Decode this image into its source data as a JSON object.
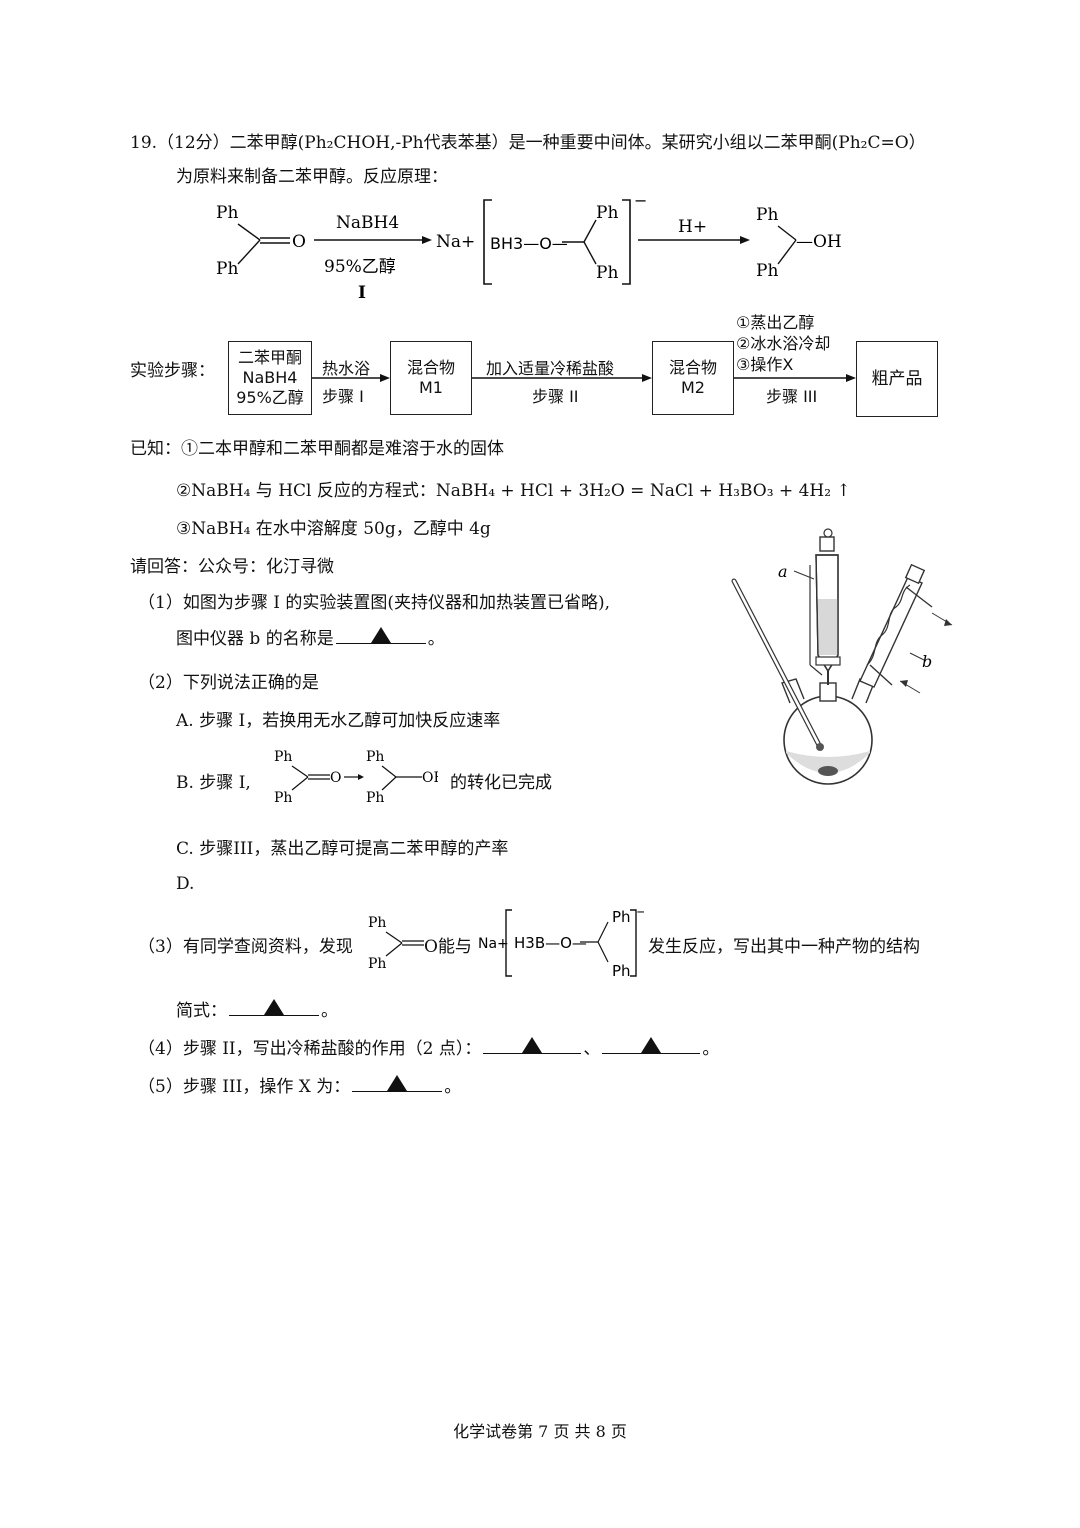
{
  "question": {
    "line1": "19.（12分）二苯甲醇(Ph₂CHOH,-Ph代表苯基）是一种重要中间体。某研究小组以二苯甲酮(Ph₂C=O）",
    "line2": "为原料来制备二苯甲醇。反应原理："
  },
  "reaction": {
    "ph": "Ph",
    "o": "O",
    "reagent_top": "NaBH4",
    "reagent_bottom": "95%乙醇",
    "label_I": "I",
    "na": "Na+",
    "bh3o": "BH3—O—",
    "minus": "−",
    "h_plus": "H+",
    "oh": "—OH"
  },
  "steps": {
    "label": "实验步骤：",
    "box1": [
      "二苯甲酮",
      "NaBH4",
      "95%乙醇"
    ],
    "arrow1_top": "热水浴",
    "arrow1_bottom": "步骤 I",
    "box2": [
      "混合物",
      "M1"
    ],
    "arrow2_top": "加入适量冷稀盐酸",
    "arrow2_bottom": "步骤 II",
    "box3": [
      "混合物",
      "M2"
    ],
    "arrow3_top": [
      "①蒸出乙醇",
      "②冰水浴冷却",
      "③操作X"
    ],
    "arrow3_bottom": "步骤 III",
    "box4": "粗产品"
  },
  "known": {
    "k1": "已知：①二本甲醇和二苯甲酮都是难溶于水的固体",
    "k2": "②NaBH₄ 与 HCl 反应的方程式：NaBH₄ + HCl + 3H₂O = NaCl + H₃BO₃ + 4H₂ ↑",
    "k3": "③NaBH₄ 在水中溶解度 50g，乙醇中 4g"
  },
  "answer_intro": "请回答：公众号：化汀寻微",
  "q1": {
    "a": "（1）如图为步骤 I 的实验装置图(夹持仪器和加热装置已省略),",
    "b": "图中仪器 b 的名称是",
    "end": "。"
  },
  "q2": {
    "stem": "（2）下列说法正确的是",
    "A": "A. 步骤 I，若换用无水乙醇可加快反应速率",
    "B_pre": "B. 步骤 I,",
    "B_post": "的转化已完成",
    "C": "C. 步骤III，蒸出乙醇可提高二苯甲醇的产率",
    "D": "D."
  },
  "q3": {
    "pre": "（3）有同学查阅资料，发现",
    "mid": "能与",
    "post": "发生反应，写出其中一种产物的结构",
    "line2": "简式：",
    "end": "。",
    "h3b": "H3B—O—",
    "na": "Na+"
  },
  "q4": {
    "text": "（4）步骤 II，写出冷稀盐酸的作用（2 点）：",
    "sep": "、",
    "end": "。"
  },
  "q5": {
    "text": "（5）步骤 III，操作 X 为：",
    "end": "。"
  },
  "apparatus": {
    "label_a": "a",
    "label_b": "b"
  },
  "footer": "化学试卷第 7 页  共 8 页"
}
